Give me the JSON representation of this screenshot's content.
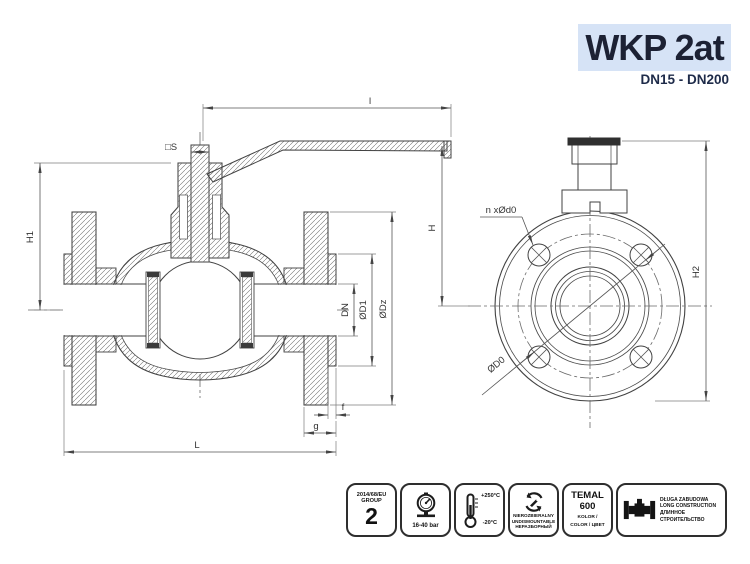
{
  "header": {
    "model": "WKP 2at",
    "range": "DN15 - DN200"
  },
  "side": {
    "h1": "H1",
    "s": "□S",
    "l": "l",
    "dn": "DN",
    "d1": "ØD1",
    "dz": "ØDz",
    "f": "f",
    "g": "g",
    "L": "L"
  },
  "front": {
    "nxd0": "n xØd0",
    "h": "H",
    "h2": "H2",
    "d0": "ØD0"
  },
  "badges": {
    "directive": {
      "l1": "2014/68/EU",
      "l2": "GROUP",
      "l3": "2"
    },
    "pressure": {
      "label": "16-40 bar"
    },
    "temperature": {
      "max": "+250°C",
      "min": "-20°C"
    },
    "undismountable": {
      "l1": "NIEROZBIERALNY",
      "l2": "UNDISMOUNTABLE",
      "l3": "НЕРАЗБОРНЫЙ"
    },
    "color": {
      "l1": "TEMAL",
      "l2": "600",
      "l3": "KOLOR /",
      "l4": "COLOR / ЦВЕТ"
    },
    "construction": {
      "l1": "DŁUGA ZABUDOWA",
      "l2": "LONG CONSTRUCTION",
      "l3": "ДЛИННОЕ СТРОИТЕЛЬСТВО"
    }
  },
  "colors": {
    "accent_bg": "#d6e3f6",
    "title_text": "#1c2134",
    "line": "#424242"
  }
}
